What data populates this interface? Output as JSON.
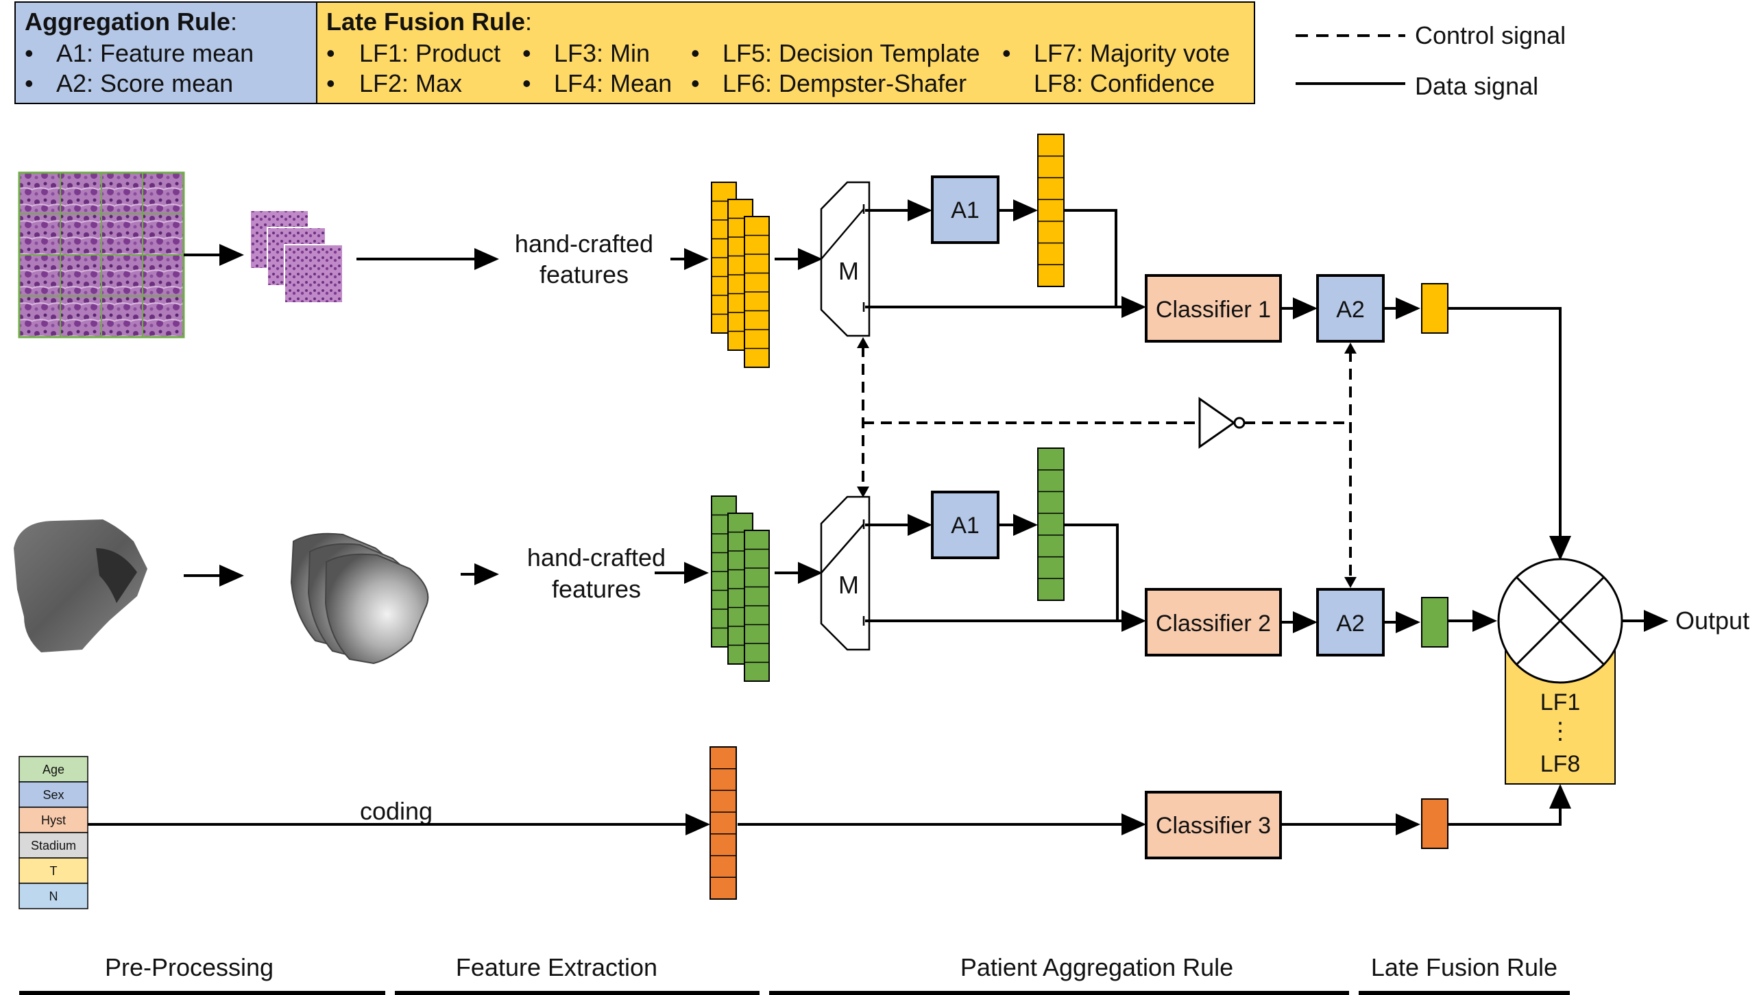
{
  "legend": {
    "aggregation": {
      "title": "Aggregation Rule",
      "colon": ":",
      "items": [
        "A1: Feature mean",
        "A2: Score mean"
      ]
    },
    "late_fusion": {
      "title": "Late Fusion Rule",
      "colon": ":",
      "items": [
        "LF1: Product",
        "LF2: Max",
        "LF3: Min",
        "LF4: Mean",
        "LF5: Decision Template",
        "LF6: Dempster-Shafer",
        "LF7: Majority vote",
        "LF8: Confidence"
      ]
    },
    "signals": {
      "control": "Control signal",
      "data": "Data signal"
    }
  },
  "labels": {
    "hand_crafted_1": "hand-crafted",
    "features_1": "features",
    "hand_crafted_2": "hand-crafted",
    "features_2": "features",
    "coding": "coding",
    "mux_1": "M",
    "mux_2": "M",
    "a1_top": "A1",
    "a1_bottom": "A1",
    "a2_top": "A2",
    "a2_bottom": "A2",
    "classifier_1": "Classifier 1",
    "classifier_2": "Classifier 2",
    "classifier_3": "Classifier 3",
    "lf_first": "LF1",
    "lf_dots": "⋮",
    "lf_last": "LF8",
    "output": "Output"
  },
  "clinical_table": [
    "Age",
    "Sex",
    "Hyst",
    "Stadium",
    "T",
    "N"
  ],
  "stages": [
    "Pre-Processing",
    "Feature Extraction",
    "Patient Aggregation Rule",
    "Late Fusion Rule"
  ],
  "colors": {
    "aggregation_blue": "#b4c7e7",
    "late_fusion_yellow": "#ffd966",
    "feature_yellow": "#ffc000",
    "feature_green": "#70ad47",
    "feature_orange": "#ed7d31",
    "classifier_peach": "#f8cbad",
    "clinical_colors": [
      "#c5e0b4",
      "#b4c7e7",
      "#f8cbad",
      "#d9d9d9",
      "#ffe699",
      "#bdd7ee"
    ]
  }
}
